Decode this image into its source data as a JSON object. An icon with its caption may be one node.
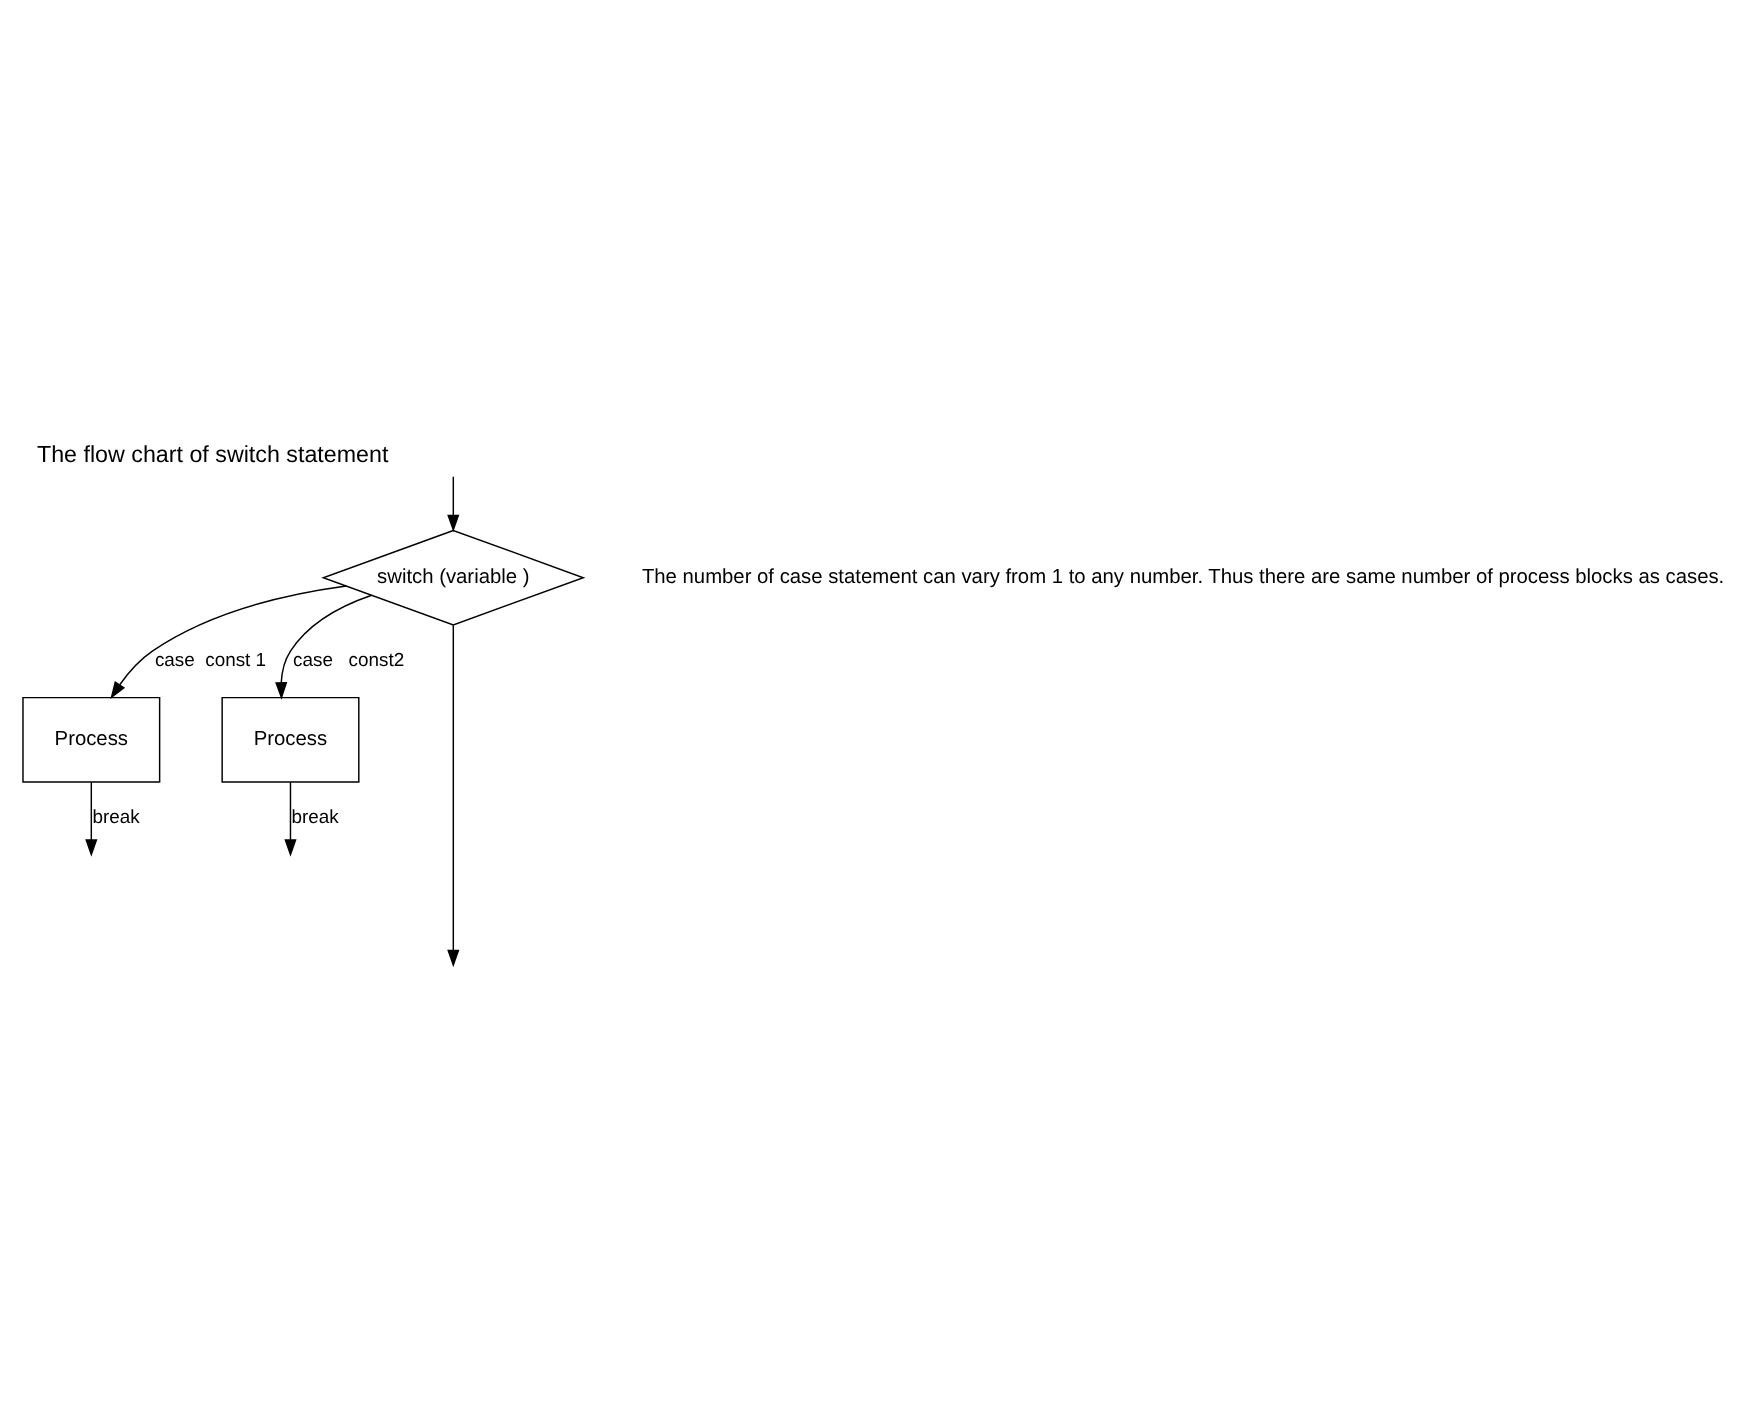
{
  "diagram": {
    "title": "The flow chart of switch statement",
    "nodes": [
      {
        "text": [
          "switch (variable )"
        ]
      },
      {
        "text": [
          "Process"
        ]
      },
      {
        "text": [
          "Process"
        ]
      }
    ],
    "edges": [
      {
        "from": 0,
        "to": null,
        "arrow": "to"
      },
      {
        "from": 0,
        "to": 1,
        "arrow": "to",
        "label": "case  const 1"
      },
      {
        "from": 1,
        "to": null,
        "arrow": "to",
        "label": "break"
      },
      {
        "from": 0,
        "to": 2,
        "arrow": "to",
        "label": "case   const2"
      },
      {
        "from": 2,
        "to": null,
        "arrow": "to",
        "label": "break"
      },
      {
        "from": null,
        "to": 0,
        "arrow": "to"
      }
    ],
    "labels": [
      "The number of case statement can vary from 1 to any number. Thus there are same number of process blocks as cases."
    ]
  }
}
